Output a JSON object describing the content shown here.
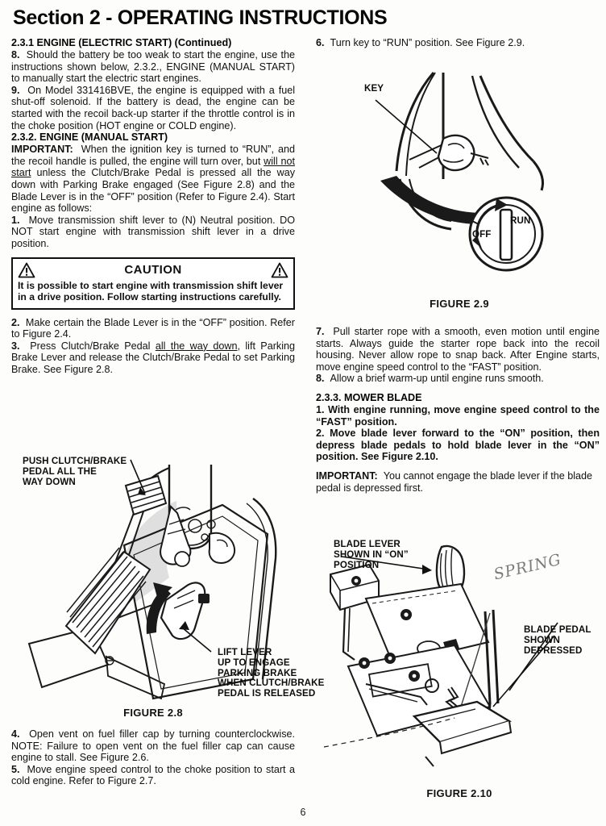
{
  "header": {
    "title": "Section 2 - OPERATING INSTRUCTIONS"
  },
  "left_column": {
    "section_heading": "2.3.1   ENGINE (ELECTRIC START) (Continued)",
    "item8_num": "8.",
    "item8_text": "Should the battery be too weak to start the engine, use the instructions shown below, 2.3.2., ENGINE (MANUAL START) to manually start the electric start engines.",
    "item9_num": "9.",
    "item9_text": "On Model 331416BVE, the engine is equipped with a fuel shut-off solenoid.  If the battery is dead, the engine can be started with the recoil back-up starter if the throttle control is in the choke position (HOT engine or COLD engine).",
    "section2_heading": "2.3.2.  ENGINE (MANUAL START)",
    "important_label": "IMPORTANT:",
    "important_text_a": "When the ignition key is turned to “RUN”, and the recoil handle is pulled, the engine will turn over, but ",
    "important_underlined": "will not start",
    "important_text_b": " unless the Clutch/Brake Pedal is pressed all the way down with Parking Brake engaged (See Figure 2.8) and the Blade Lever is in the “OFF” position (Refer to Figure 2.4).  Start engine as follows:",
    "item1_num": "1.",
    "item1_text": "Move transmission shift lever to (N) Neutral position. DO NOT start engine with transmission shift lever in a drive position.",
    "caution": {
      "title": "CAUTION",
      "text": "It is possible to start engine with transmission shift lever in a drive position.  Follow starting instructions carefully.",
      "icon_left": "warning-triangle-icon",
      "icon_right": "warning-triangle-icon"
    },
    "item2_num": "2.",
    "item2_text": "Make certain the Blade Lever is in the “OFF” position. Refer to Figure 2.4.",
    "item3_num": "3.",
    "item3_text_a": "Press Clutch/Brake Pedal ",
    "item3_underlined": "all the way down",
    "item3_text_b": ", lift Parking Brake Lever and release the Clutch/Brake Pedal to set Parking Brake.  See Figure 2.8.",
    "item4_num": "4.",
    "item4_text": "Open vent on fuel filler cap by turning counterclockwise.  NOTE:  Failure to open vent on the fuel filler cap can cause engine to stall.  See Figure 2.6.",
    "item5_num": "5.",
    "item5_text": "Move engine speed control to the choke position to start a cold engine.  Refer to Figure 2.7."
  },
  "figure_28": {
    "caption": "FIGURE 2.8",
    "callout_push": "PUSH CLUTCH/BRAKE\nPEDAL ALL THE\nWAY DOWN",
    "callout_lift": "LIFT LEVER\nUP TO ENGAGE\nPARKING BRAKE\nWHEN CLUTCH/BRAKE\nPEDAL IS RELEASED"
  },
  "right_column": {
    "item6_num": "6.",
    "item6_text": "Turn key to “RUN” position.  See Figure 2.9.",
    "item7_num": "7.",
    "item7_text": "Pull starter rope with a smooth, even motion until engine starts.  Always guide the starter rope back into the recoil housing.  Never allow rope to snap back.  After Engine starts, move engine speed control to the “FAST” position.",
    "item8_num": "8.",
    "item8_text": "Allow a brief warm-up until engine runs smooth.",
    "section_heading": "2.3.3.  MOWER BLADE",
    "blade1_num": "1.",
    "blade1_text": "With engine running, move engine speed control to the “FAST” position.",
    "blade2_num": "2.",
    "blade2_text": "Move blade lever forward to the “ON” position, then depress blade pedals to hold blade lever in the “ON” position. See Figure 2.10.",
    "important_label": "IMPORTANT:",
    "important_text": "You cannot engage the blade lever if the blade pedal is depressed first."
  },
  "figure_29": {
    "caption": "FIGURE 2.9",
    "label_key": "KEY",
    "label_run": "RUN",
    "label_off": "OFF"
  },
  "figure_210": {
    "caption": "FIGURE 2.10",
    "callout_blade_lever": "BLADE LEVER\nSHOWN IN “ON”\nPOSITION",
    "callout_blade_pedal": "BLADE PEDAL\nSHOWN\nDEPRESSED",
    "handwritten_note": "SPRING"
  },
  "footer": {
    "page_number": "6"
  },
  "colors": {
    "ink": "#111111",
    "paper": "#fdfdfb",
    "faded_ink": "#6e6e6e",
    "pencil": "#7b7b7b"
  }
}
